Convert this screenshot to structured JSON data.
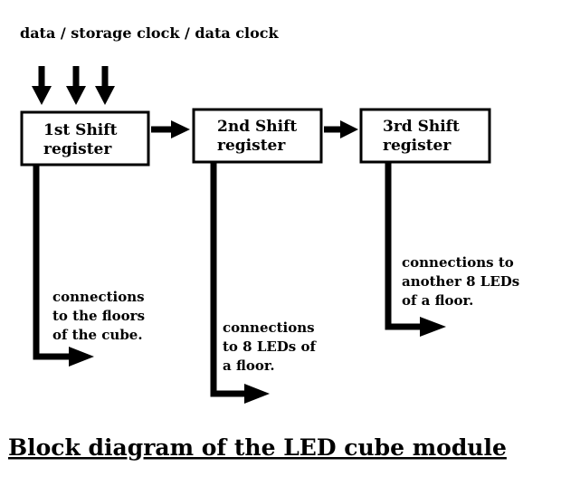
{
  "inputs_label": "data / storage clock / data clock",
  "registers": [
    {
      "line1": "1st Shift",
      "line2": "register"
    },
    {
      "line1": "2nd Shift",
      "line2": "register"
    },
    {
      "line1": "3rd Shift",
      "line2": "register"
    }
  ],
  "connections": [
    {
      "lines": [
        "connections",
        "to the floors",
        "of the cube."
      ]
    },
    {
      "lines": [
        "connections",
        "to 8 LEDs of",
        "a floor."
      ]
    },
    {
      "lines": [
        "connections to",
        "another 8 LEDs",
        "of a floor."
      ]
    }
  ],
  "caption": "Block diagram of the LED cube module"
}
